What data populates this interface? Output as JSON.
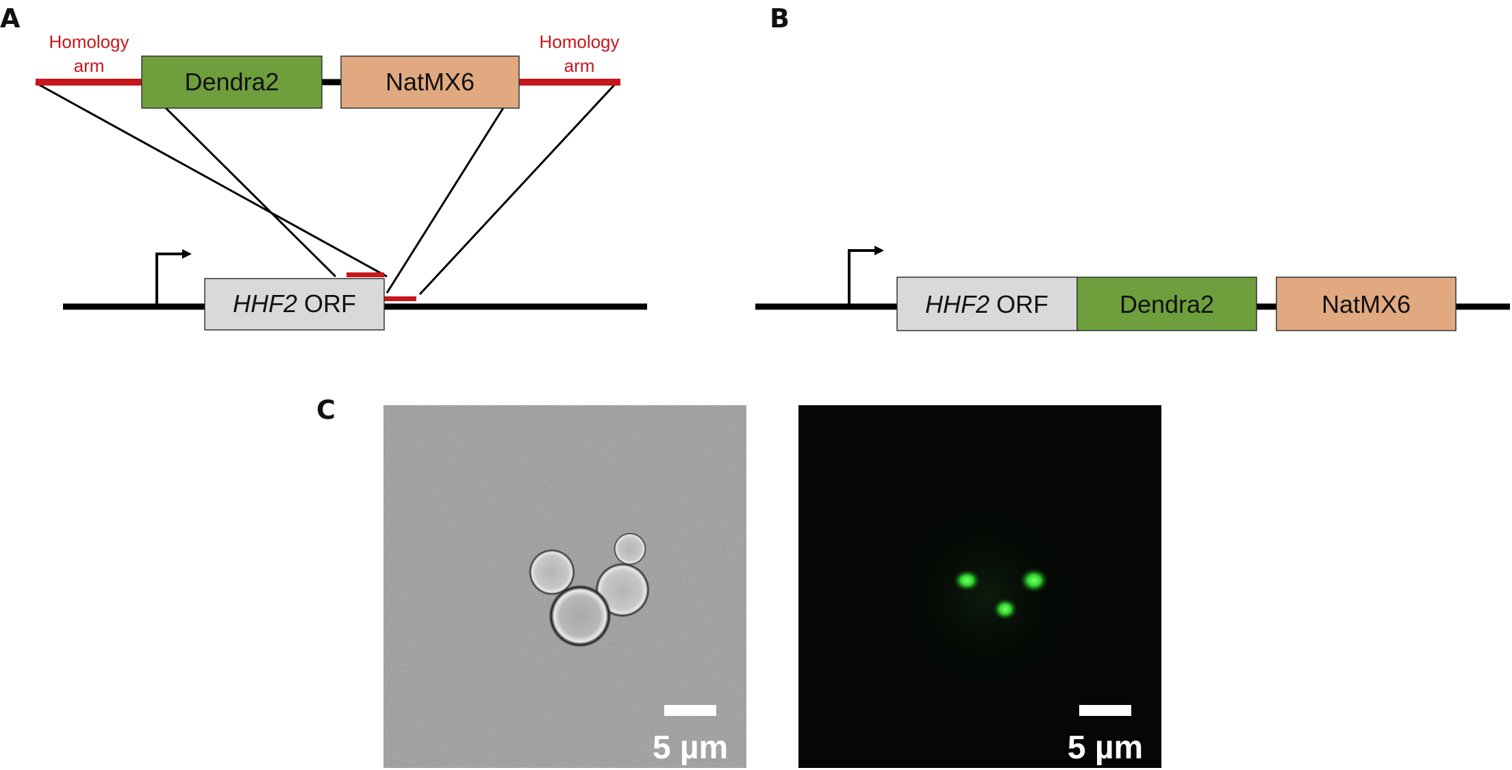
{
  "panels": {
    "a": {
      "letter": "A",
      "arm_left": {
        "line1": "Homology",
        "line2": "arm"
      },
      "arm_right": {
        "line1": "Homology",
        "line2": "arm"
      },
      "dendra_label": "Dendra2",
      "natmx_label": "NatMX6",
      "orf_gene": "HHF2",
      "orf_suffix": " ORF"
    },
    "b": {
      "letter": "B",
      "orf_gene": "HHF2",
      "orf_suffix": " ORF",
      "dendra_label": "Dendra2",
      "natmx_label": "NatMX6"
    },
    "c": {
      "letter": "C",
      "brightfield_scalebar": "5 µm",
      "fluorescence_scalebar": "5 µm"
    }
  },
  "colors": {
    "homology_arm": "#c8161d",
    "dendra2": "#6e9f3c",
    "natmx6": "#e0a97f",
    "orf": "#d9d9d9",
    "dna_line": "#000000",
    "fluorescence": "#3cff3c",
    "brightfield_bg": "#8a8a8a",
    "fluorescence_bg": "#040704"
  },
  "icons": [
    "promoter-arrow-icon"
  ]
}
